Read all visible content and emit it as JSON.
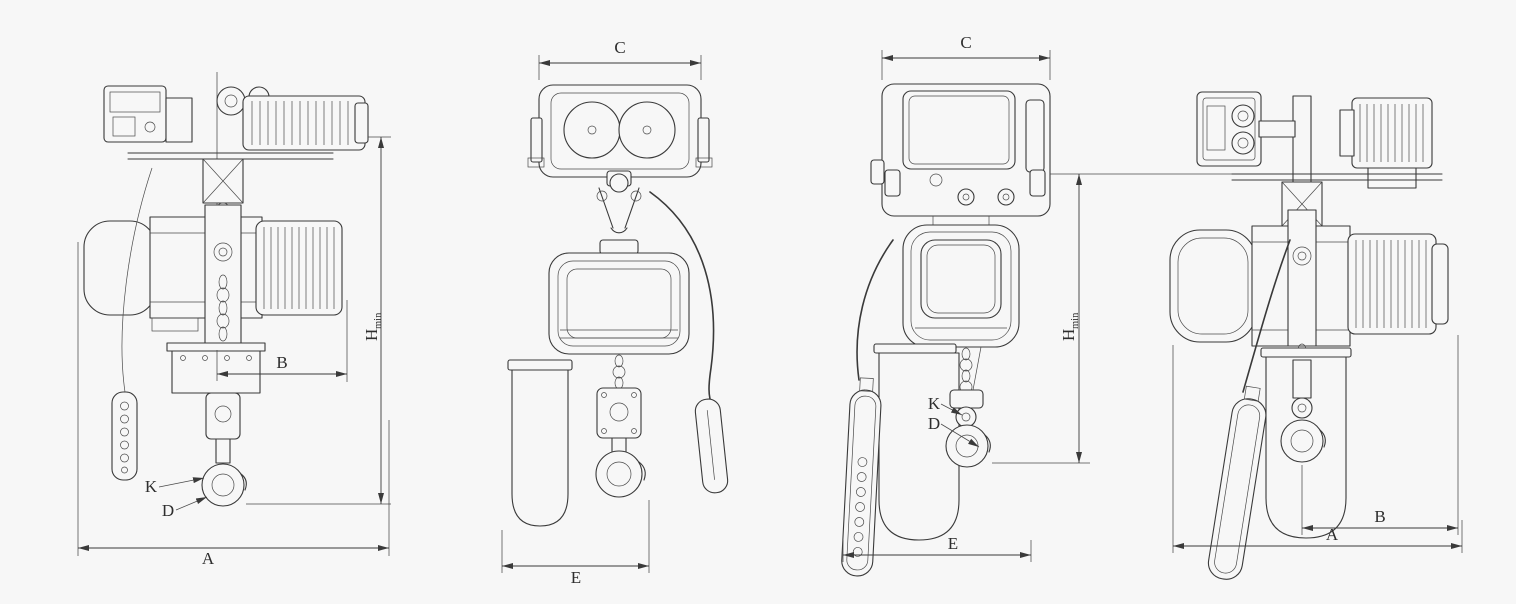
{
  "drawing": {
    "background": "#f7f7f7",
    "line_color": "#3a3a3a"
  },
  "views": {
    "view1": {
      "name": "side-elevation-left",
      "labels": {
        "hmin_h": "H",
        "hmin_sub": "min",
        "b": "B",
        "a": "A",
        "k": "K",
        "d": "D"
      }
    },
    "view2": {
      "name": "front-elevation-left",
      "labels": {
        "c": "C",
        "e": "E"
      }
    },
    "view3": {
      "name": "front-elevation-right",
      "labels": {
        "c": "C",
        "hmin_h": "H",
        "hmin_sub": "min",
        "k": "K",
        "d": "D",
        "e": "E"
      }
    },
    "view4": {
      "name": "side-elevation-right",
      "labels": {
        "b": "B",
        "a": "A"
      }
    }
  }
}
